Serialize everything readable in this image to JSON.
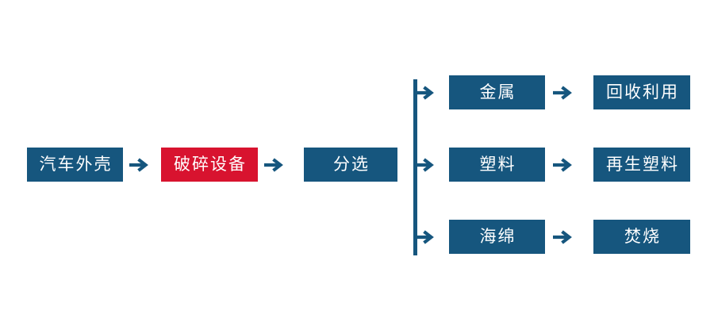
{
  "diagram": {
    "background": "#ffffff",
    "main_flow": [
      {
        "label": "汽车外壳",
        "color_role": "blue"
      },
      {
        "label": "破碎设备",
        "color_role": "red"
      },
      {
        "label": "分选",
        "color_role": "blue"
      }
    ],
    "branches": [
      {
        "material": "金属",
        "treatment": "回收利用"
      },
      {
        "material": "塑料",
        "treatment": "再生塑料"
      },
      {
        "material": "海绵",
        "treatment": "焚烧"
      }
    ],
    "icons": {
      "arrow_right": "→"
    }
  },
  "colors": {
    "primary_blue": "#16567E",
    "accent_red": "#D8132F",
    "node_text": "#FFFFFF"
  }
}
